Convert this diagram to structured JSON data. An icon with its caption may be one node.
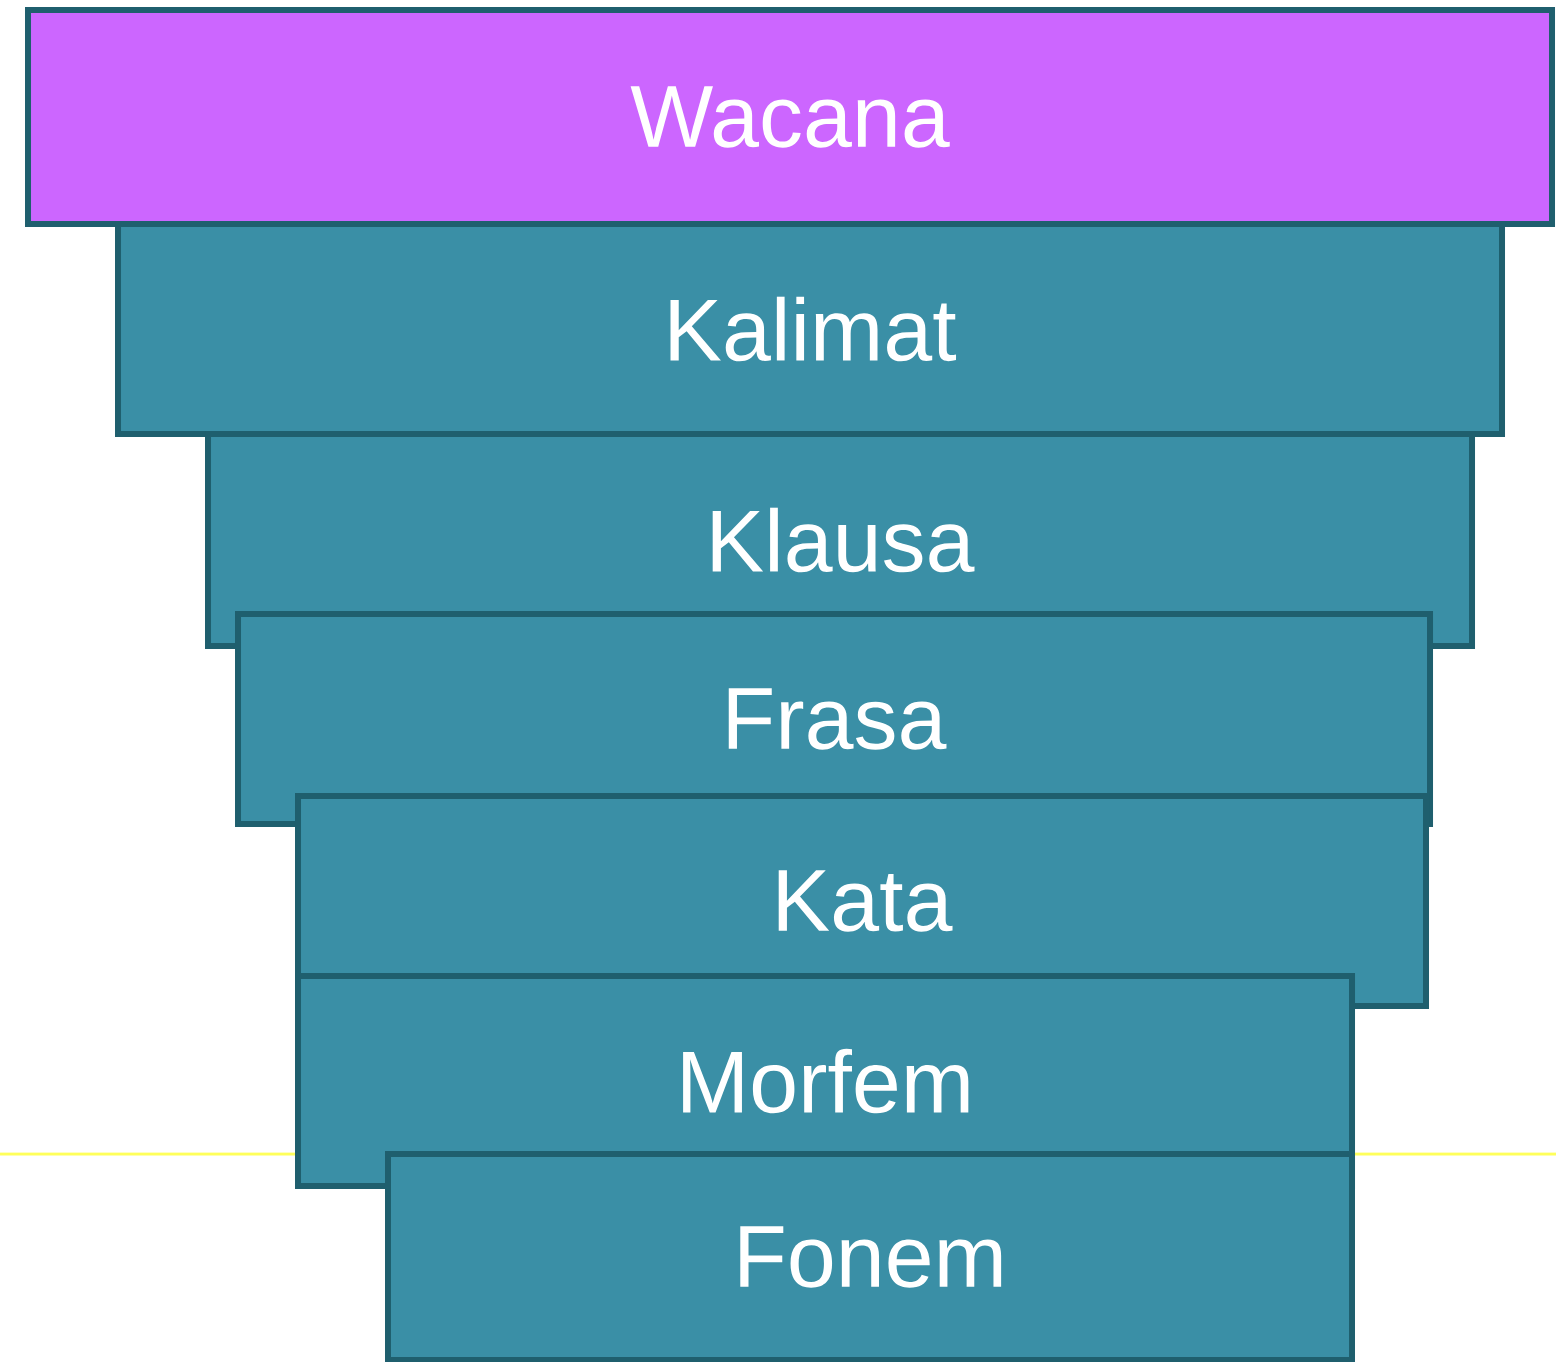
{
  "diagram": {
    "nodes": [
      {
        "text": [
          "Wacana"
        ]
      },
      {
        "text": [
          "Kalimat"
        ]
      },
      {
        "text": [
          "Klausa"
        ]
      },
      {
        "text": [
          "Frasa"
        ]
      },
      {
        "text": [
          "Kata"
        ]
      },
      {
        "text": [
          "Morfem"
        ]
      },
      {
        "text": [
          "Fonem"
        ]
      }
    ]
  }
}
